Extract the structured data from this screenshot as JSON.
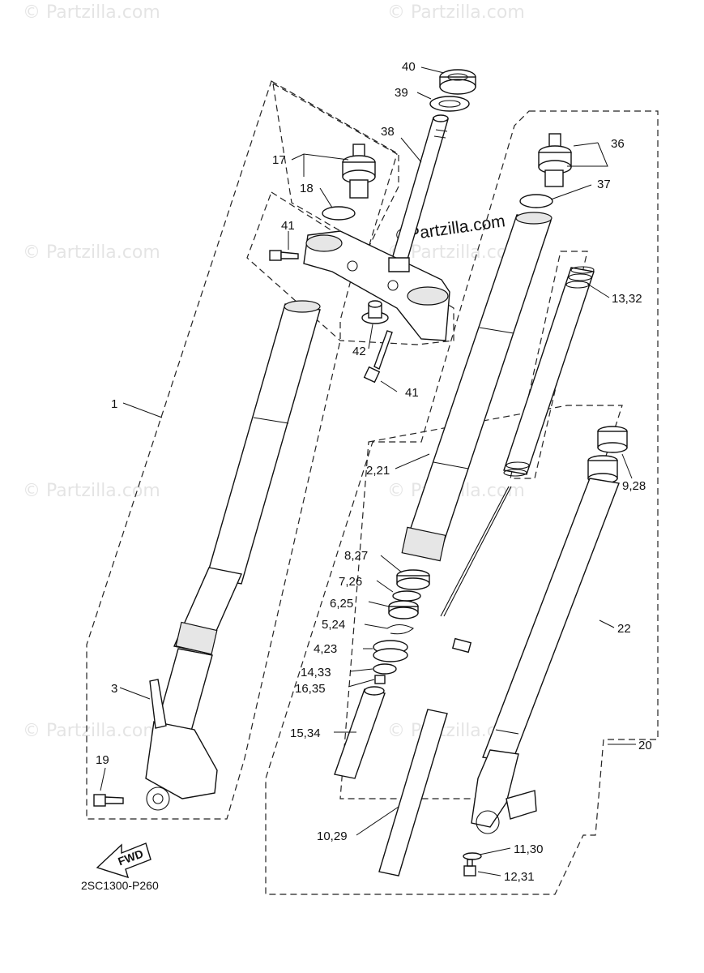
{
  "watermarks": [
    "© Partzilla.com",
    "© Partzilla.com",
    "© Partzilla.com",
    "© Partzilla.com",
    "© Partzilla.com",
    "© Partzilla.com",
    "© Partzilla.com",
    "© Partzilla.com"
  ],
  "center_watermark": "©Partzilla.com",
  "diagram_code": "2SC1300-P260",
  "fwd_label": "FWD",
  "callouts": [
    {
      "id": "c40",
      "text": "40"
    },
    {
      "id": "c39",
      "text": "39"
    },
    {
      "id": "c38",
      "text": "38"
    },
    {
      "id": "c17",
      "text": "17"
    },
    {
      "id": "c18",
      "text": "18"
    },
    {
      "id": "c41a",
      "text": "41"
    },
    {
      "id": "c42",
      "text": "42"
    },
    {
      "id": "c41b",
      "text": "41"
    },
    {
      "id": "c36",
      "text": "36"
    },
    {
      "id": "c37",
      "text": "37"
    },
    {
      "id": "c1332",
      "text": "13,32"
    },
    {
      "id": "c1",
      "text": "1"
    },
    {
      "id": "c221",
      "text": "2,21"
    },
    {
      "id": "c928",
      "text": "9,28"
    },
    {
      "id": "c827",
      "text": "8,27"
    },
    {
      "id": "c726",
      "text": "7,26"
    },
    {
      "id": "c625",
      "text": "6,25"
    },
    {
      "id": "c524",
      "text": "5,24"
    },
    {
      "id": "c423",
      "text": "4,23"
    },
    {
      "id": "c1433",
      "text": "14,33"
    },
    {
      "id": "c1635",
      "text": "16,35"
    },
    {
      "id": "c22",
      "text": "22"
    },
    {
      "id": "c3",
      "text": "3"
    },
    {
      "id": "c1534",
      "text": "15,34"
    },
    {
      "id": "c20",
      "text": "20"
    },
    {
      "id": "c19",
      "text": "19"
    },
    {
      "id": "c1029",
      "text": "10,29"
    },
    {
      "id": "c1130",
      "text": "11,30"
    },
    {
      "id": "c1231",
      "text": "12,31"
    }
  ]
}
